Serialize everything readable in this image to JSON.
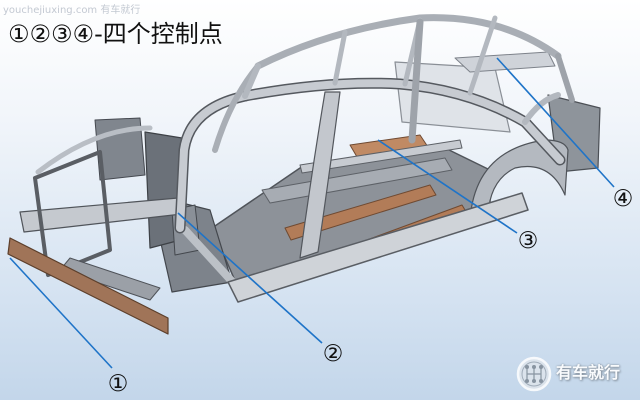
{
  "watermark": "youchejiuxing.com 有车就行",
  "title": "①②③④-四个控制点",
  "callouts": [
    {
      "label": "①"
    },
    {
      "label": "②"
    },
    {
      "label": "③"
    },
    {
      "label": "④"
    }
  ],
  "logo": {
    "text": "有车就行",
    "icon": "gear-shift-icon"
  },
  "colors": {
    "callout_line": "#1f74c8",
    "label_text": "#111111",
    "body_metal": "#c3c7cd",
    "body_copper": "#b27c58",
    "background_top": "#ffffff",
    "background_bottom": "#c3d6ea"
  }
}
